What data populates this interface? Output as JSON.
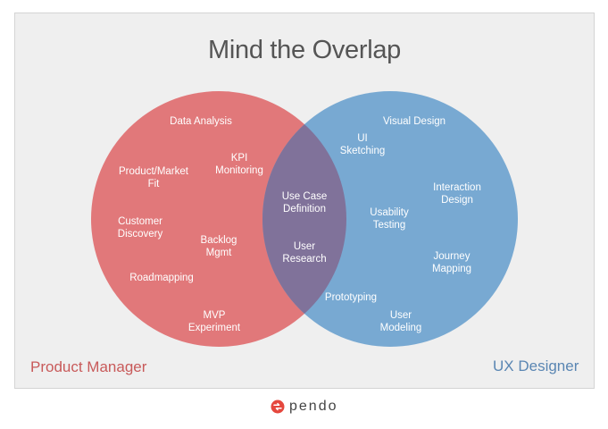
{
  "title": "Mind the Overlap",
  "colors": {
    "pm_circle": "#e1787a",
    "ux_circle": "#78a9d2",
    "overlap": "#80729a",
    "brand_accent": "#e5473d"
  },
  "pm_topics": [
    "Data Analysis",
    "KPI\nMonitoring",
    "Product/Market\nFit",
    "Customer\nDiscovery",
    "Backlog\nMgmt",
    "Roadmapping",
    "MVP\nExperiment"
  ],
  "shared_topics": [
    "Use Case\nDefinition",
    "User\nResearch"
  ],
  "ux_topics": [
    "Visual Design",
    "UI\nSketching",
    "Interaction\nDesign",
    "Usability\nTesting",
    "Journey\nMapping",
    "Prototyping",
    "User\nModeling"
  ],
  "pm_role": "Product Manager",
  "ux_role": "UX Designer",
  "brand": "pendo",
  "brand_icon": "pendo-logo-icon"
}
